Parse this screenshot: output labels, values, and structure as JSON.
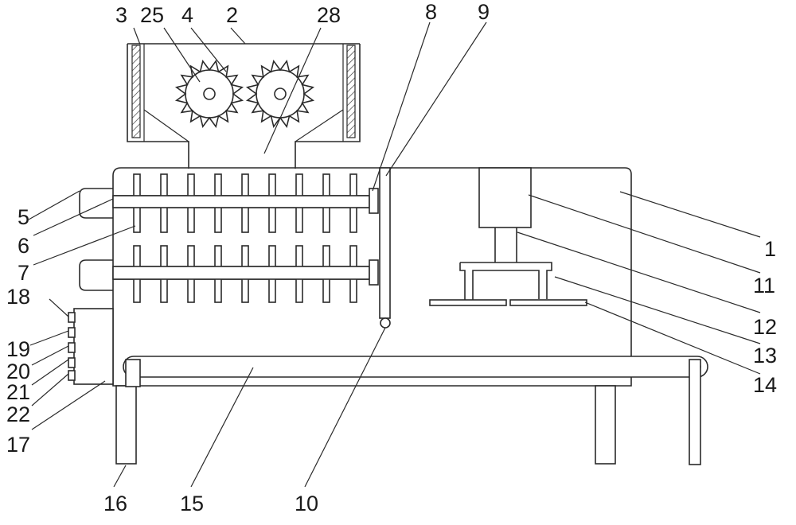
{
  "labels": {
    "l1": "1",
    "l2": "2",
    "l3": "3",
    "l4": "4",
    "l5": "5",
    "l6": "6",
    "l7": "7",
    "l8": "8",
    "l9": "9",
    "l10": "10",
    "l11": "11",
    "l12": "12",
    "l13": "13",
    "l14": "14",
    "l15": "15",
    "l16": "16",
    "l17": "17",
    "l18": "18",
    "l19": "19",
    "l20": "20",
    "l21": "21",
    "l22": "22",
    "l25": "25",
    "l28": "28"
  }
}
